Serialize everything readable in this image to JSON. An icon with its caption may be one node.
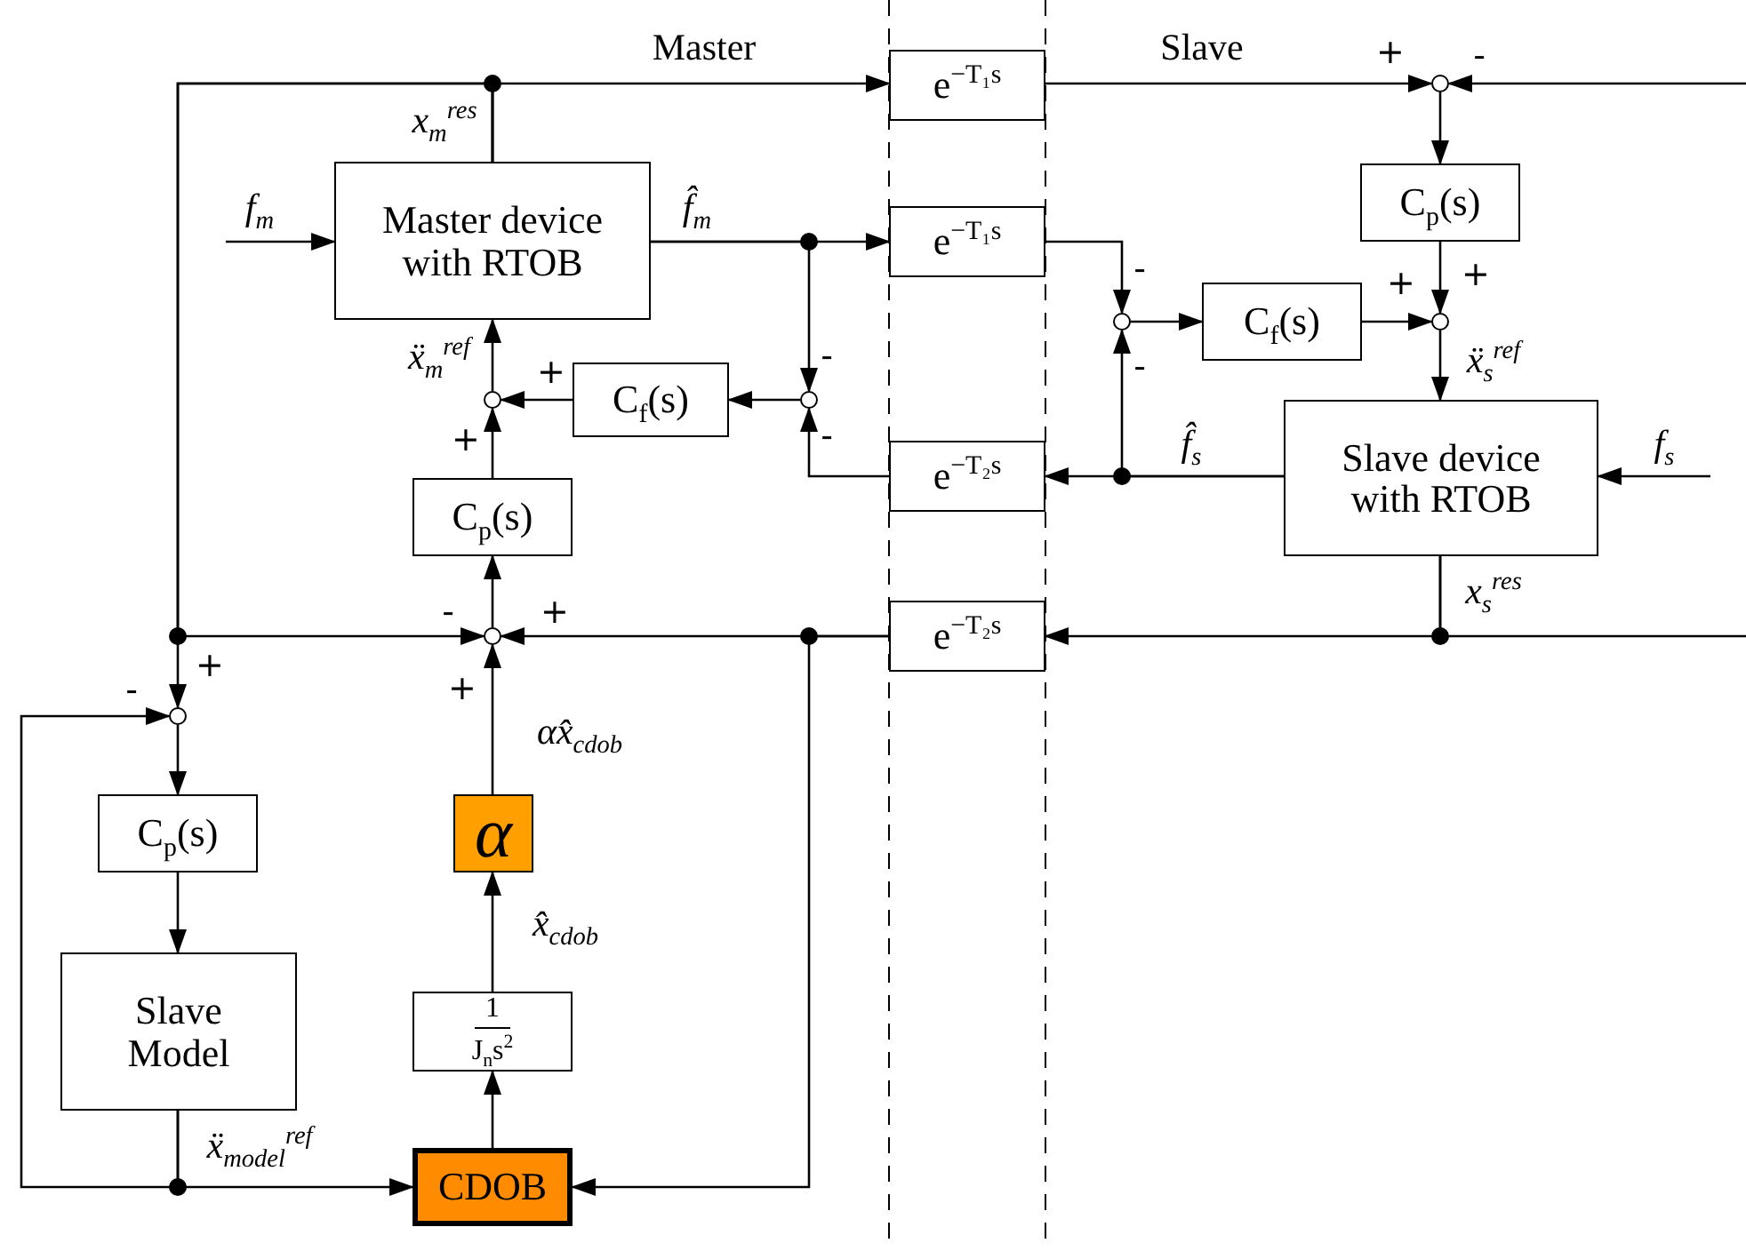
{
  "diagram": {
    "nodes": [
      {
        "text": [
          "Master device with RTOB"
        ]
      },
      {
        "text": [
          "e$^{−T₁s}$"
        ]
      },
      {
        "text": [
          "e$^{−T₁s}$"
        ]
      },
      {
        "text": [
          "e$^{−T₂s}$"
        ]
      },
      {
        "text": [
          "e$^{−T₂s}$"
        ]
      },
      {
        "text": [
          "C$_{p}$(s)"
        ]
      },
      {
        "text": [
          "C$_{f}$(s)"
        ]
      },
      {
        "text": [
          "Slave device with RTOB"
        ]
      },
      {
        "text": [
          "C$_{f}$(s)"
        ]
      },
      {
        "text": [
          "C$_{p}$(s)"
        ]
      },
      {
        "text": [
          "C$_{p}$(s)"
        ]
      },
      {
        "text": [
          "Slave Model"
        ]
      },
      {
        "text": [
          "α"
        ]
      },
      {
        "text": [
          "1",
          "J$_{n}$s$^{2}$"
        ]
      },
      {
        "text": [
          "CDOB"
        ]
      },
      {
        "text": [],
        "shape": "circle"
      },
      {
        "text": [],
        "shape": "circle"
      },
      {
        "text": [],
        "shape": "circle"
      },
      {
        "text": [],
        "shape": "circle"
      },
      {
        "text": [],
        "shape": "circle"
      },
      {
        "text": [],
        "shape": "circle"
      },
      {
        "text": [],
        "shape": "circle"
      }
    ],
    "edges": [
      {
        "from": 0,
        "to": 1,
        "arrow": "to",
        "label": "x$_{m}$$^{res}$"
      },
      {
        "from": 0,
        "to": 20,
        "arrow": "to"
      },
      {
        "from": 0,
        "to": 21,
        "arrow": "to"
      },
      {
        "from": null,
        "to": 0,
        "arrow": "to",
        "label": "f$_{m}$"
      },
      {
        "from": 0,
        "to": 2,
        "arrow": "to",
        "label": "f̂$_{m}$"
      },
      {
        "from": 0,
        "to": 18,
        "arrow": "to"
      },
      {
        "from": 18,
        "to": 8,
        "arrow": "to"
      },
      {
        "from": 8,
        "to": 19,
        "arrow": "to"
      },
      {
        "from": 19,
        "to": 0,
        "arrow": "to",
        "label": "ẍ$_{m}$$^{ref}$"
      },
      {
        "from": 9,
        "to": 19,
        "arrow": "to"
      },
      {
        "from": 20,
        "to": 9,
        "arrow": "to"
      },
      {
        "from": 3,
        "to": 18,
        "arrow": "to"
      },
      {
        "from": 1,
        "to": 15,
        "arrow": "to"
      },
      {
        "from": 7,
        "to": 4,
        "arrow": "to",
        "label": "x$_{s}$$^{res}$"
      },
      {
        "from": 7,
        "to": null,
        "arrow": "none"
      },
      {
        "from": null,
        "to": 15,
        "arrow": "to"
      },
      {
        "from": 15,
        "to": 5,
        "arrow": "to"
      },
      {
        "from": 5,
        "to": 17,
        "arrow": "to"
      },
      {
        "from": 2,
        "to": 16,
        "arrow": "to"
      },
      {
        "from": 16,
        "to": 6,
        "arrow": "to"
      },
      {
        "from": 6,
        "to": 17,
        "arrow": "to"
      },
      {
        "from": 17,
        "to": 7,
        "arrow": "to",
        "label": "ẍ$_{s}$$^{ref}$"
      },
      {
        "from": null,
        "to": 7,
        "arrow": "to",
        "label": "f$_{s}$"
      },
      {
        "from": 7,
        "to": 3,
        "arrow": "to",
        "label": "f̂$_{s}$"
      },
      {
        "from": 7,
        "to": 16,
        "arrow": "to"
      },
      {
        "from": 4,
        "to": 20,
        "arrow": "to"
      },
      {
        "from": 4,
        "to": 14,
        "arrow": "to"
      },
      {
        "from": 12,
        "to": 20,
        "arrow": "to",
        "label": "αx̂$_{cdob}$"
      },
      {
        "from": 13,
        "to": 12,
        "arrow": "to",
        "label": "x̂$_{cdob}$"
      },
      {
        "from": 14,
        "to": 13,
        "arrow": "to"
      },
      {
        "from": 21,
        "to": 10,
        "arrow": "to"
      },
      {
        "from": 10,
        "to": 11,
        "arrow": "to"
      },
      {
        "from": 11,
        "to": 14,
        "arrow": "to",
        "label": "ẍ$_{model}$$^{ref}$"
      },
      {
        "from": 11,
        "to": 21,
        "arrow": "to"
      }
    ],
    "labels": [
      "Master",
      "Slave",
      "+",
      "-",
      "-",
      "+",
      "+",
      "-",
      "+",
      "-",
      "-",
      "+",
      "-",
      "+",
      "+",
      "+",
      "-"
    ]
  }
}
